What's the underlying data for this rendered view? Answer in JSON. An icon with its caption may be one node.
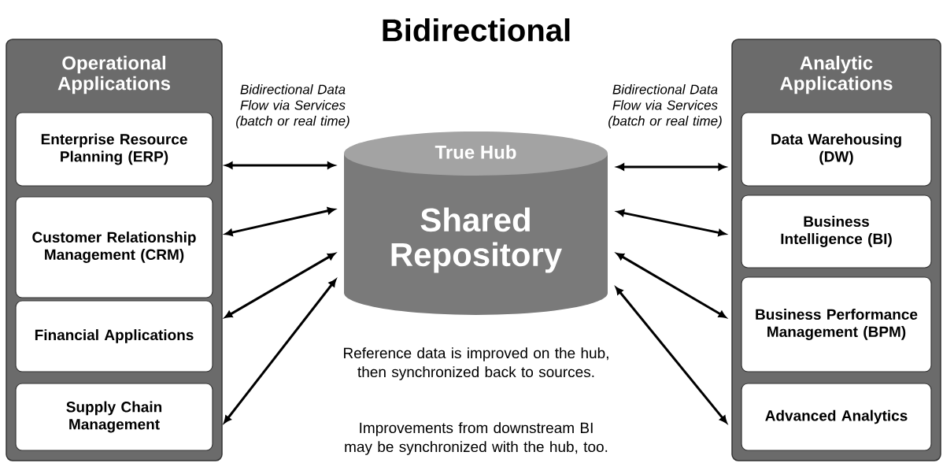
{
  "diagram": {
    "title": "Bidirectional",
    "nodes": [
      {
        "text": [
          "Operational Applications"
        ]
      },
      {
        "text": [
          "Enterprise Resource Planning (ERP)"
        ],
        "in": 0
      },
      {
        "text": [
          "Customer Relationship Management (CRM)"
        ],
        "in": 0
      },
      {
        "text": [
          "Financial Applications"
        ],
        "in": 0
      },
      {
        "text": [
          "Supply Chain Management"
        ],
        "in": 0
      },
      {
        "text": [
          "True Hub",
          "Shared Repository"
        ]
      },
      {
        "text": [
          "Analytic Applications"
        ]
      },
      {
        "text": [
          "Data Warehousing (DW)"
        ],
        "in": 6
      },
      {
        "text": [
          "Business Intelligence (BI)"
        ],
        "in": 6
      },
      {
        "text": [
          "Business Performance Management (BPM)"
        ],
        "in": 6
      },
      {
        "text": [
          "Advanced Analytics"
        ],
        "in": 6
      }
    ],
    "edges": [
      {
        "from": 1,
        "to": 5,
        "arrow": "both"
      },
      {
        "from": 2,
        "to": 5,
        "arrow": "both"
      },
      {
        "from": 3,
        "to": 5,
        "arrow": "both"
      },
      {
        "from": 4,
        "to": 5,
        "arrow": "both"
      },
      {
        "from": 5,
        "to": 7,
        "arrow": "both"
      },
      {
        "from": 5,
        "to": 8,
        "arrow": "both"
      },
      {
        "from": 5,
        "to": 9,
        "arrow": "both"
      },
      {
        "from": 5,
        "to": 10,
        "arrow": "both"
      }
    ],
    "labels": [
      "Bidirectional Data Flow via Services (batch or real time)",
      "Bidirectional Data Flow via Services (batch or real time)",
      "Reference data is improved on the hub, then synchronized back to sources.",
      "Improvements from downstream BI may be synchronized with the hub, too."
    ]
  }
}
